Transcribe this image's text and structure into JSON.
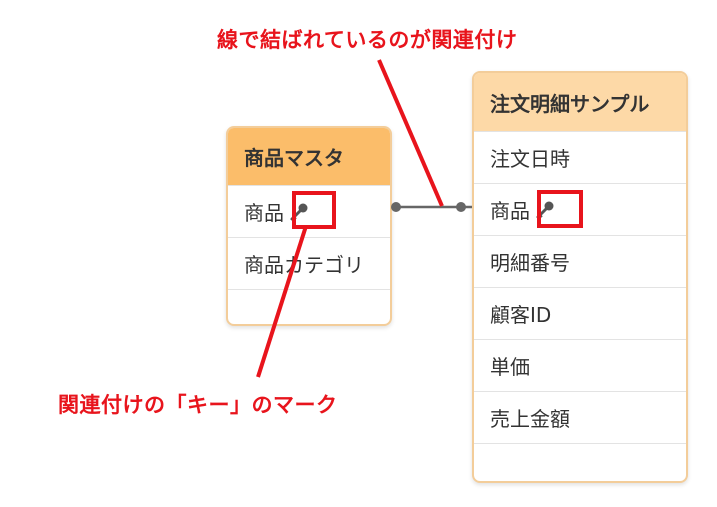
{
  "annotations": {
    "top": "線で結ばれているのが関連付け",
    "bottom": "関連付けの「キー」のマーク"
  },
  "tables": {
    "product_master": {
      "title": "商品マスタ",
      "fields": [
        "商品",
        "商品カテゴリ"
      ]
    },
    "order_detail": {
      "title": "注文明細サンプル",
      "fields": [
        "注文日時",
        "商品",
        "明細番号",
        "顧客ID",
        "単価",
        "売上金額"
      ]
    }
  },
  "colors": {
    "accent_red": "#e8141c",
    "header_master": "#fbbd6a",
    "header_detail": "#fdd9a7",
    "border": "#f3cd9a",
    "connector": "#666666"
  },
  "icons": {
    "key": "key-icon"
  }
}
